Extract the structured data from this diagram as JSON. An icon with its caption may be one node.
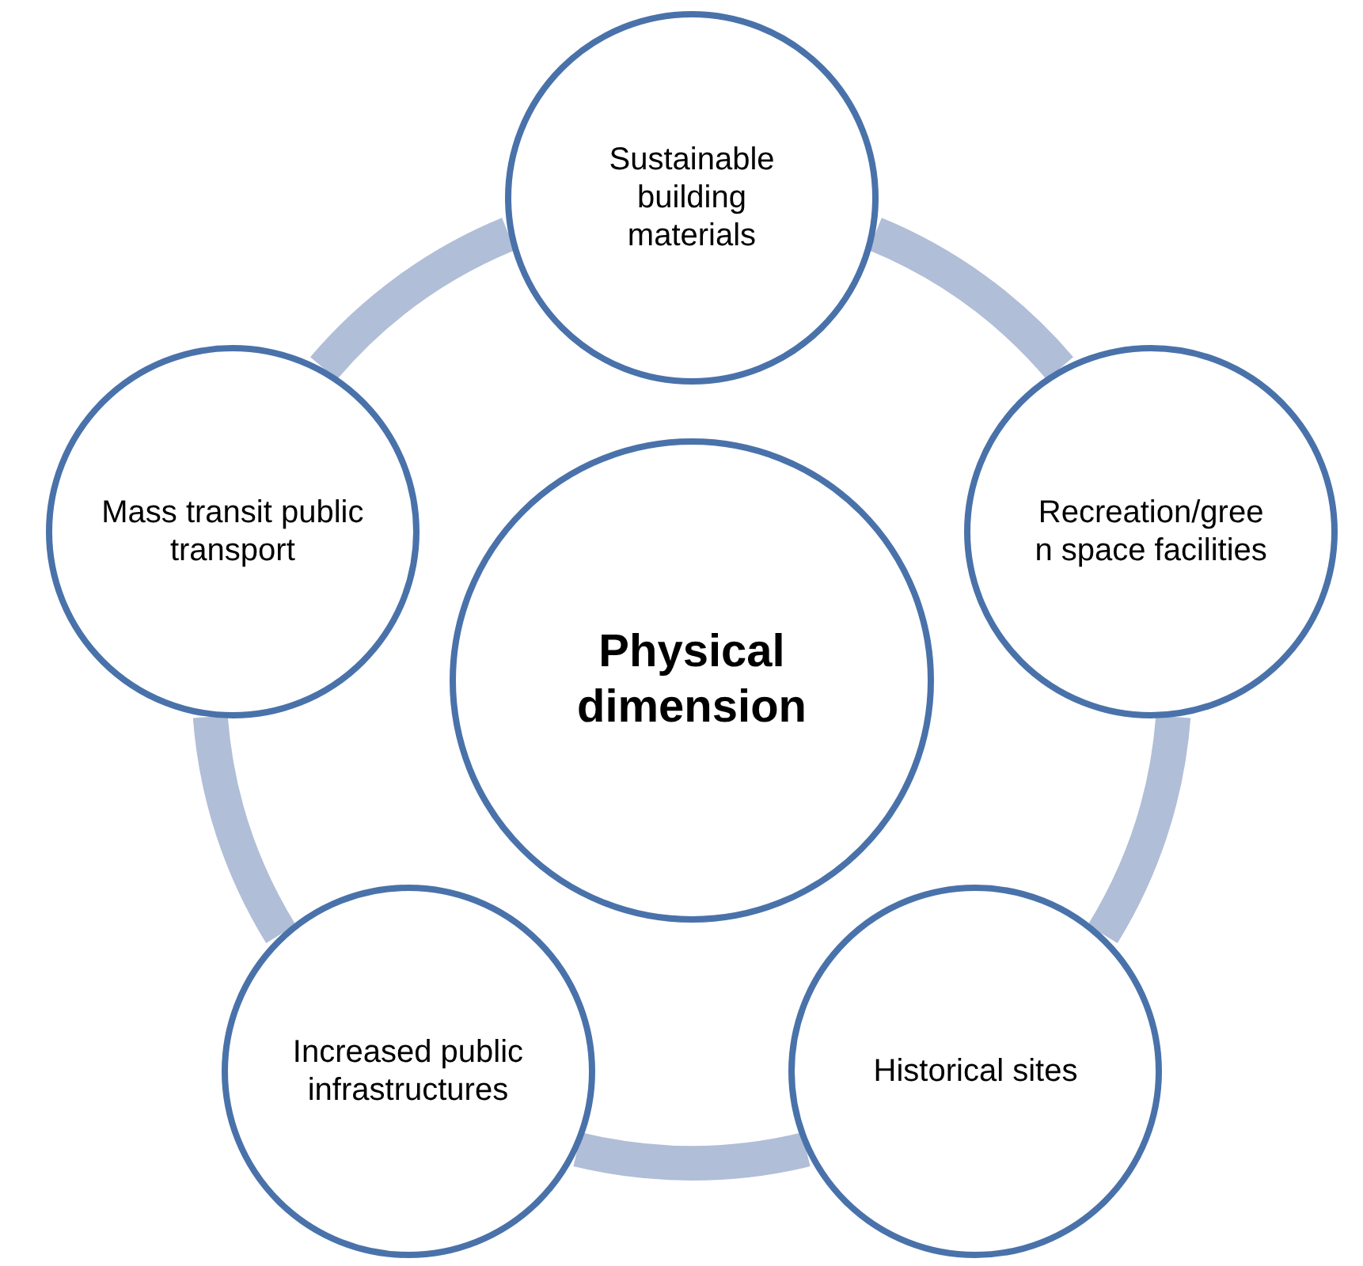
{
  "diagram": {
    "nodes": [
      {
        "text": [
          "Physical dimension"
        ]
      },
      {
        "text": [
          "Sustainable building materials"
        ]
      },
      {
        "text": [
          "Recreation/green space facilities"
        ]
      },
      {
        "text": [
          "Historical sites"
        ]
      },
      {
        "text": [
          "Increased public infrastructures"
        ]
      },
      {
        "text": [
          "Mass transit public transport"
        ]
      }
    ],
    "edges": [
      {
        "from": 1,
        "to": 2,
        "arrow": "none"
      },
      {
        "from": 2,
        "to": 3,
        "arrow": "none"
      },
      {
        "from": 3,
        "to": 4,
        "arrow": "none"
      },
      {
        "from": 4,
        "to": 5,
        "arrow": "none"
      },
      {
        "from": 5,
        "to": 1,
        "arrow": "none"
      }
    ]
  }
}
